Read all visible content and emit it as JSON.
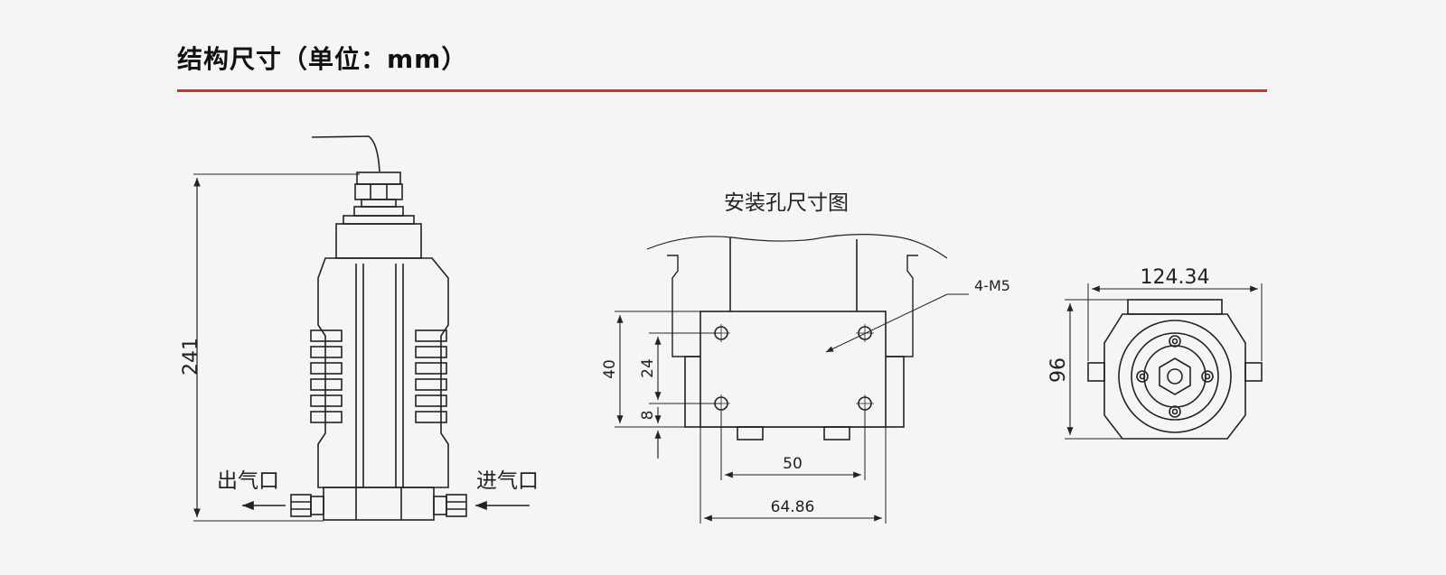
{
  "header": {
    "title": "结构尺寸（单位：mm）",
    "rule_color": "#d32f2f"
  },
  "front_view": {
    "height_label": "241",
    "outlet_label": "出气口",
    "inlet_label": "进气口"
  },
  "mounting_view": {
    "title": "安装孔尺寸图",
    "thread_label": "4-M5",
    "dim_40": "40",
    "dim_24": "24",
    "dim_8": "8",
    "dim_50": "50",
    "dim_6486": "64.86"
  },
  "top_view": {
    "width_label": "124.34",
    "height_label": "96"
  }
}
